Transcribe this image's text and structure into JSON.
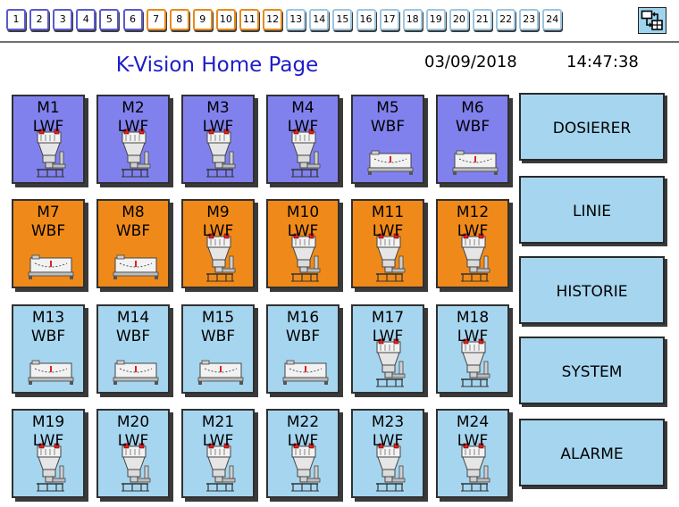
{
  "tabs": [
    {
      "label": "1",
      "color": "blue"
    },
    {
      "label": "2",
      "color": "blue"
    },
    {
      "label": "3",
      "color": "blue"
    },
    {
      "label": "4",
      "color": "blue"
    },
    {
      "label": "5",
      "color": "blue"
    },
    {
      "label": "6",
      "color": "blue"
    },
    {
      "label": "7",
      "color": "orange"
    },
    {
      "label": "8",
      "color": "orange"
    },
    {
      "label": "9",
      "color": "orange"
    },
    {
      "label": "10",
      "color": "orange"
    },
    {
      "label": "11",
      "color": "orange"
    },
    {
      "label": "12",
      "color": "orange"
    },
    {
      "label": "13",
      "color": "light"
    },
    {
      "label": "14",
      "color": "light"
    },
    {
      "label": "15",
      "color": "light"
    },
    {
      "label": "16",
      "color": "light"
    },
    {
      "label": "17",
      "color": "light"
    },
    {
      "label": "18",
      "color": "light"
    },
    {
      "label": "19",
      "color": "light"
    },
    {
      "label": "20",
      "color": "light"
    },
    {
      "label": "21",
      "color": "light"
    },
    {
      "label": "22",
      "color": "light"
    },
    {
      "label": "23",
      "color": "light"
    },
    {
      "label": "24",
      "color": "light"
    }
  ],
  "header": {
    "title": "K-Vision Home Page",
    "date": "03/09/2018",
    "time": "14:47:38"
  },
  "machines": [
    {
      "id": "M1",
      "type": "LWF",
      "color": "blue"
    },
    {
      "id": "M2",
      "type": "LWF",
      "color": "blue"
    },
    {
      "id": "M3",
      "type": "LWF",
      "color": "blue"
    },
    {
      "id": "M4",
      "type": "LWF",
      "color": "blue"
    },
    {
      "id": "M5",
      "type": "WBF",
      "color": "blue"
    },
    {
      "id": "M6",
      "type": "WBF",
      "color": "blue"
    },
    {
      "id": "M7",
      "type": "WBF",
      "color": "orange"
    },
    {
      "id": "M8",
      "type": "WBF",
      "color": "orange"
    },
    {
      "id": "M9",
      "type": "LWF",
      "color": "orange"
    },
    {
      "id": "M10",
      "type": "LWF",
      "color": "orange"
    },
    {
      "id": "M11",
      "type": "LWF",
      "color": "orange"
    },
    {
      "id": "M12",
      "type": "LWF",
      "color": "orange"
    },
    {
      "id": "M13",
      "type": "WBF",
      "color": "light"
    },
    {
      "id": "M14",
      "type": "WBF",
      "color": "light"
    },
    {
      "id": "M15",
      "type": "WBF",
      "color": "light"
    },
    {
      "id": "M16",
      "type": "WBF",
      "color": "light"
    },
    {
      "id": "M17",
      "type": "LWF",
      "color": "light"
    },
    {
      "id": "M18",
      "type": "LWF",
      "color": "light"
    },
    {
      "id": "M19",
      "type": "LWF",
      "color": "light"
    },
    {
      "id": "M20",
      "type": "LWF",
      "color": "light"
    },
    {
      "id": "M21",
      "type": "LWF",
      "color": "light"
    },
    {
      "id": "M22",
      "type": "LWF",
      "color": "light"
    },
    {
      "id": "M23",
      "type": "LWF",
      "color": "light"
    },
    {
      "id": "M24",
      "type": "LWF",
      "color": "light"
    }
  ],
  "menu": [
    {
      "label": "DOSIERER"
    },
    {
      "label": "LINIE"
    },
    {
      "label": "HISTORIE"
    },
    {
      "label": "SYSTEM"
    },
    {
      "label": "ALARME"
    }
  ],
  "colors": {
    "blue": "#8181ee",
    "orange": "#ef8a1a",
    "light": "#a6d6ef",
    "title": "#1d1dc8"
  },
  "icons": {
    "LWF": "loss-in-weight-feeder-icon",
    "WBF": "weigh-belt-feeder-icon",
    "corner": "screen-switch-icon"
  }
}
